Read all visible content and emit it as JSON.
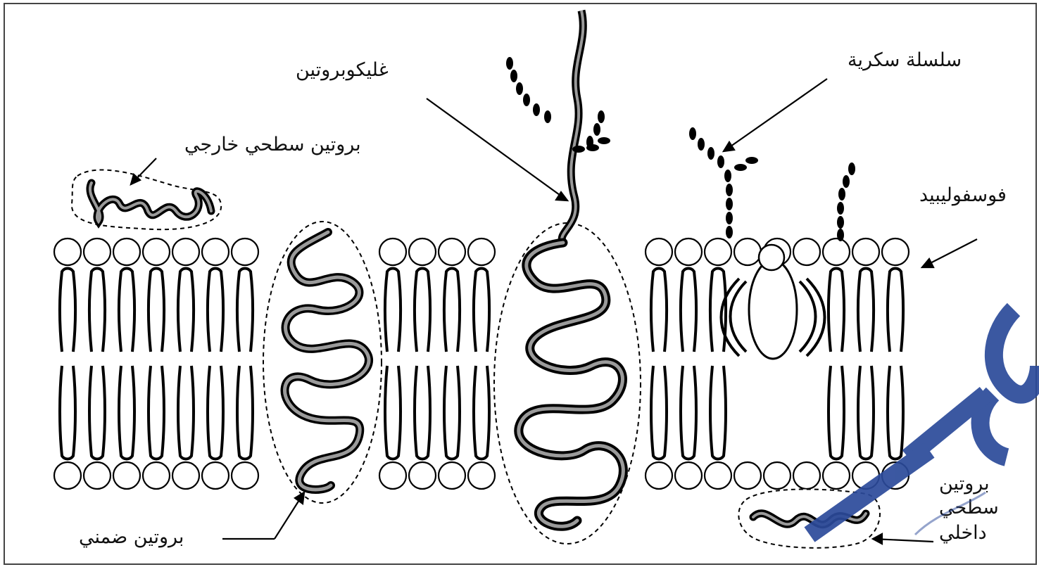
{
  "labels": {
    "glycoprotein": "غليكوبروتين",
    "sugar_chain": "سلسلة سكرية",
    "external_surface_protein": "بروتين سطحي خارجي",
    "phospholipid": "فوسفوليبيد",
    "integral_protein": "بروتين ضمني",
    "internal_surface_protein_line1": "بروتين",
    "internal_surface_protein_line2": "سطحي",
    "internal_surface_protein_line3": "داخلي"
  },
  "colors": {
    "background": "#ffffff",
    "ink": "#000000",
    "protein_fill": "#9a9a9a",
    "watermark": "#2b4a9a"
  }
}
